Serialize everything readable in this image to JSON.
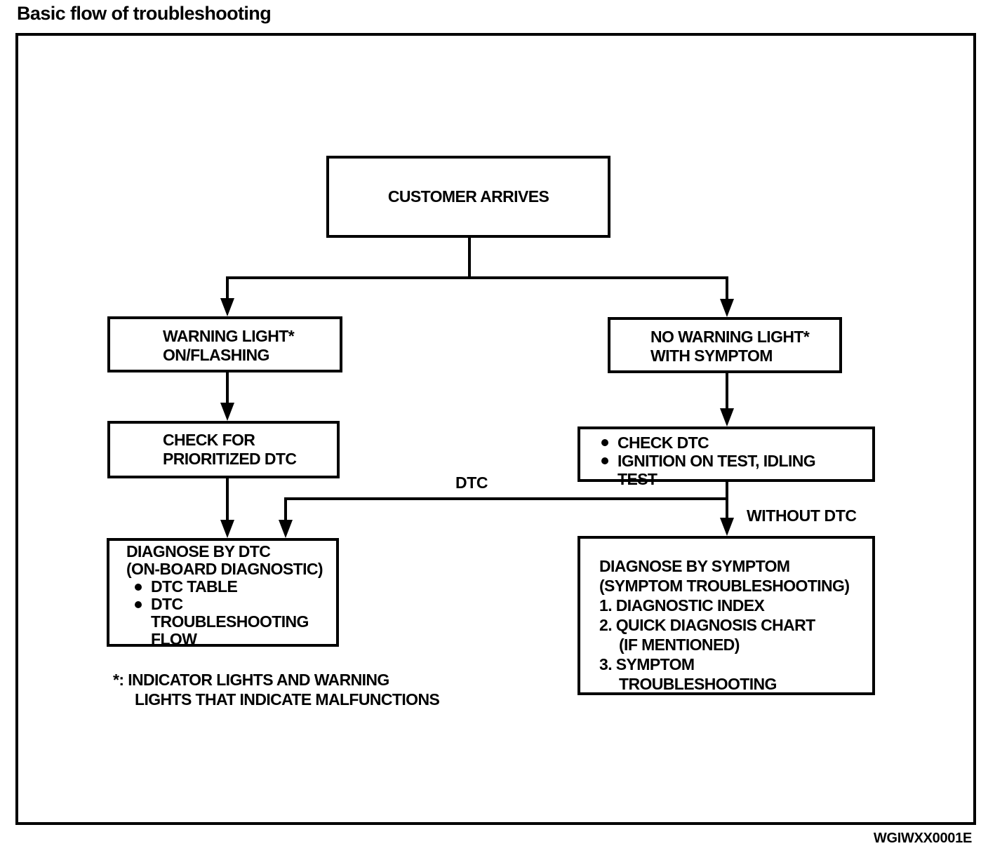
{
  "page": {
    "title": "Basic flow of troubleshooting",
    "figure_code": "WGIWXX0001E",
    "colors": {
      "ink": "#000000",
      "paper": "#ffffff"
    }
  },
  "flowchart": {
    "customer_arrives": {
      "label": "CUSTOMER ARRIVES"
    },
    "warning_light": {
      "line1": "WARNING LIGHT*",
      "line2": "ON/FLASHING"
    },
    "no_warning_light": {
      "line1": "NO WARNING LIGHT*",
      "line2": "WITH SYMPTOM"
    },
    "check_prioritized_dtc": {
      "line1": "CHECK FOR",
      "line2": "PRIORITIZED DTC"
    },
    "check_dtc_tests": {
      "item1": "CHECK DTC",
      "item2_line1": "IGNITION ON TEST, IDLING",
      "item2_line2": "TEST"
    },
    "diagnose_by_dtc": {
      "line1": "DIAGNOSE BY DTC",
      "line2": "(ON-BOARD DIAGNOSTIC)",
      "item1": "DTC TABLE",
      "item2_line1": "DTC",
      "item2_line2": "TROUBLESHOOTING",
      "item2_line3": "FLOW"
    },
    "diagnose_by_symptom": {
      "line1": "DIAGNOSE BY SYMPTOM",
      "line2": "(SYMPTOM TROUBLESHOOTING)",
      "item1": "1. DIAGNOSTIC INDEX",
      "item2_line1": "2. QUICK DIAGNOSIS CHART",
      "item2_line2": "(IF MENTIONED)",
      "item3_line1": "3. SYMPTOM",
      "item3_line2": "TROUBLESHOOTING"
    },
    "edge_labels": {
      "dtc": "DTC",
      "without_dtc": "WITHOUT DTC"
    },
    "footnote": {
      "line1": "*: INDICATOR LIGHTS AND WARNING",
      "line2": "LIGHTS THAT INDICATE MALFUNCTIONS"
    }
  }
}
